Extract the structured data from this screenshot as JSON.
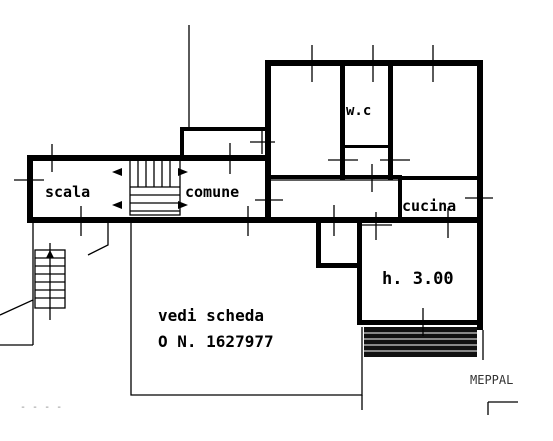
{
  "rooms": {
    "scala": "scala",
    "comune": "comune",
    "wc": "w.c",
    "cucina": "cucina",
    "height": "h. 3.00"
  },
  "notes": {
    "vedi_scheda": "vedi scheda",
    "scheda_number": "O N. 1627977",
    "corner_text": "MEPPAL",
    "bottom_left_text": "- - - -"
  }
}
